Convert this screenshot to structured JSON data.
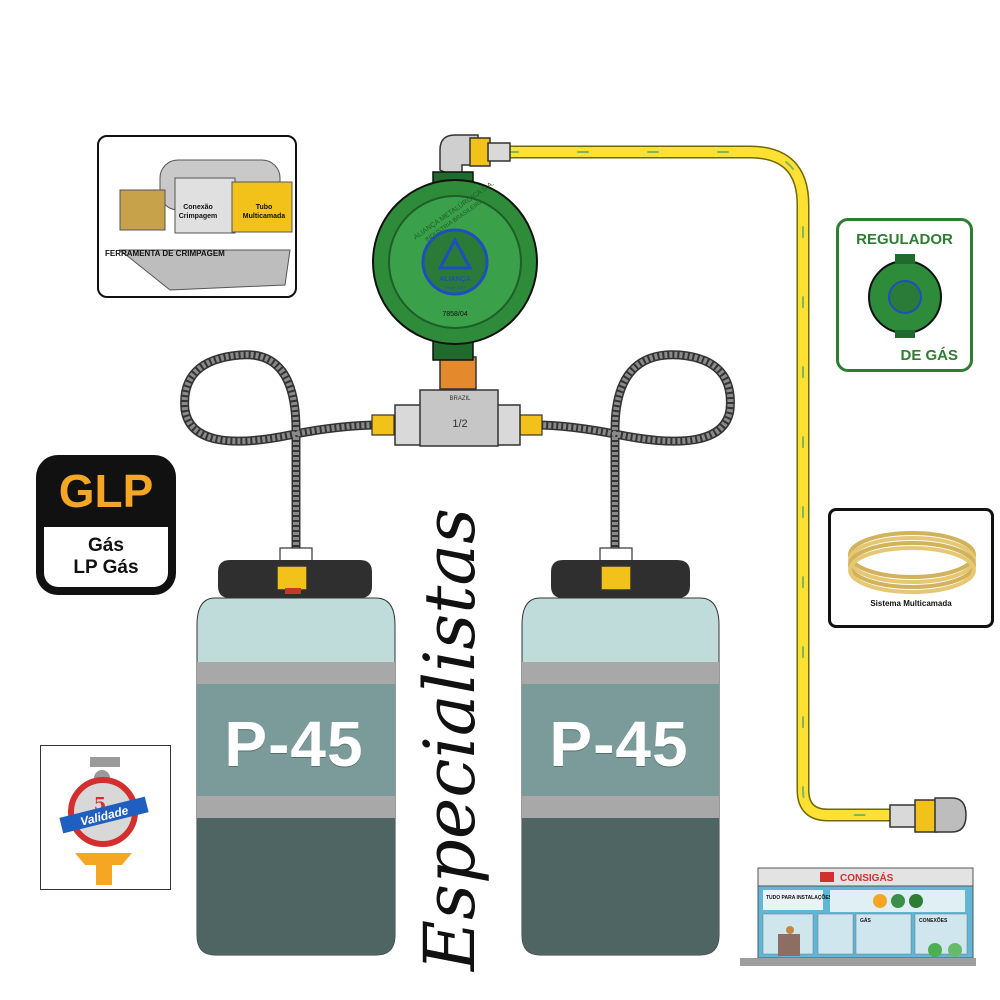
{
  "glp_badge": {
    "title": "GLP",
    "line1": "Gás",
    "line2": "LP Gás"
  },
  "crimp_panel": {
    "caption": "FERRAMENTA DE CRIMPAGEM",
    "label_conexao": "Conexão Crimpagem",
    "label_tubo": "Tubo Multicamada"
  },
  "regulator": {
    "brand": "ALIANÇA",
    "maker_text": "ALIANÇA METALÚRGICA S.A.",
    "maker_text2": "INDÚSTRIA BRASILEIRA",
    "since": "Desde 1957",
    "model": "7858/04"
  },
  "tee_fitting": {
    "text": "1/2",
    "mark": "BRAZIL"
  },
  "regulator_panel": {
    "title_top": "REGULADOR",
    "title_bottom": "DE GÁS"
  },
  "multilayer_panel": {
    "caption": "Sistema Multicamada"
  },
  "tanks": [
    {
      "label": "P-45"
    },
    {
      "label": "P-45"
    }
  ],
  "script_text": "Especialistas",
  "validity_badge": {
    "number": "5",
    "text": "Validade"
  },
  "store": {
    "name": "CONSIGÁS",
    "sign1": "TUDO PARA INSTALAÇÕES A GÁS",
    "sign2": "GÁS",
    "sign3": "CONEXÕES"
  },
  "colors": {
    "tank_top": "#bfdcda",
    "tank_mid": "#7a9b99",
    "tank_bottom": "#4f6563",
    "tank_band": "#a8a8a8",
    "regulator_green": "#2e7d32",
    "hose_yellow": "#ffe033",
    "valve_orange": "#f5a623"
  }
}
